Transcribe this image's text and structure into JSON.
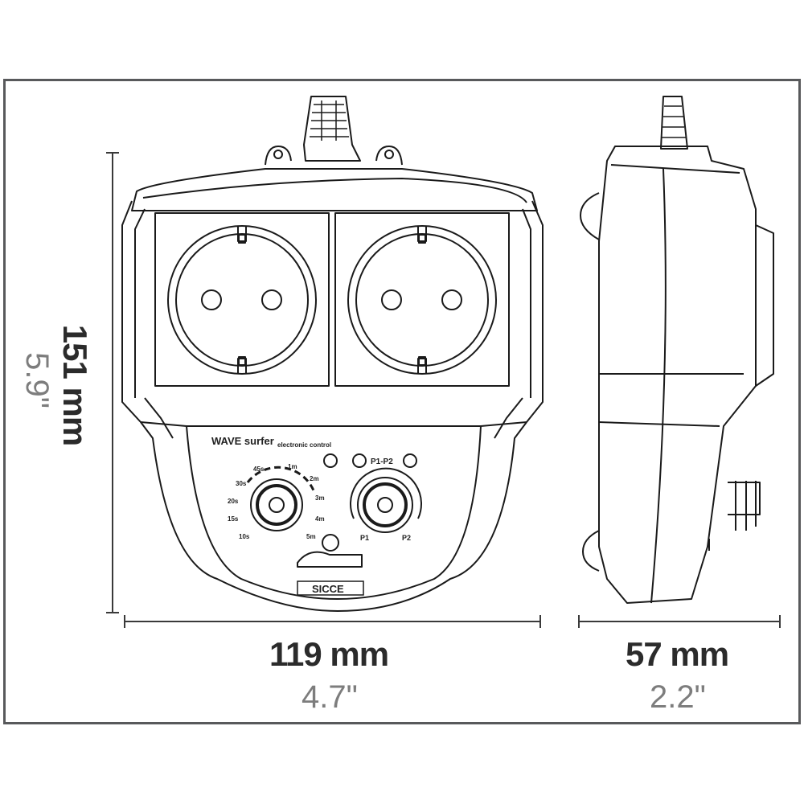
{
  "dimensions": {
    "height": {
      "metric": "151 mm",
      "imperial": "5.9\""
    },
    "width": {
      "metric": "119 mm",
      "imperial": "4.7\""
    },
    "depth": {
      "metric": "57 mm",
      "imperial": "2.2\""
    }
  },
  "device": {
    "model_label": "WAVE surfer",
    "subtitle": "electronic control",
    "brand": "SICCE",
    "outlet_labels": [
      "P1-P2"
    ],
    "timer_dial_labels": [
      "45s",
      "1m",
      "30s",
      "2m",
      "20s",
      "3m",
      "15s",
      "4m",
      "10s",
      "5m"
    ],
    "mode_dial_labels": [
      "P1",
      "P2"
    ]
  },
  "colors": {
    "line": "#1a1a1a",
    "frame": "#58595b",
    "dim_text": "#2b2b2b",
    "sub_text": "#7d7d7d"
  }
}
